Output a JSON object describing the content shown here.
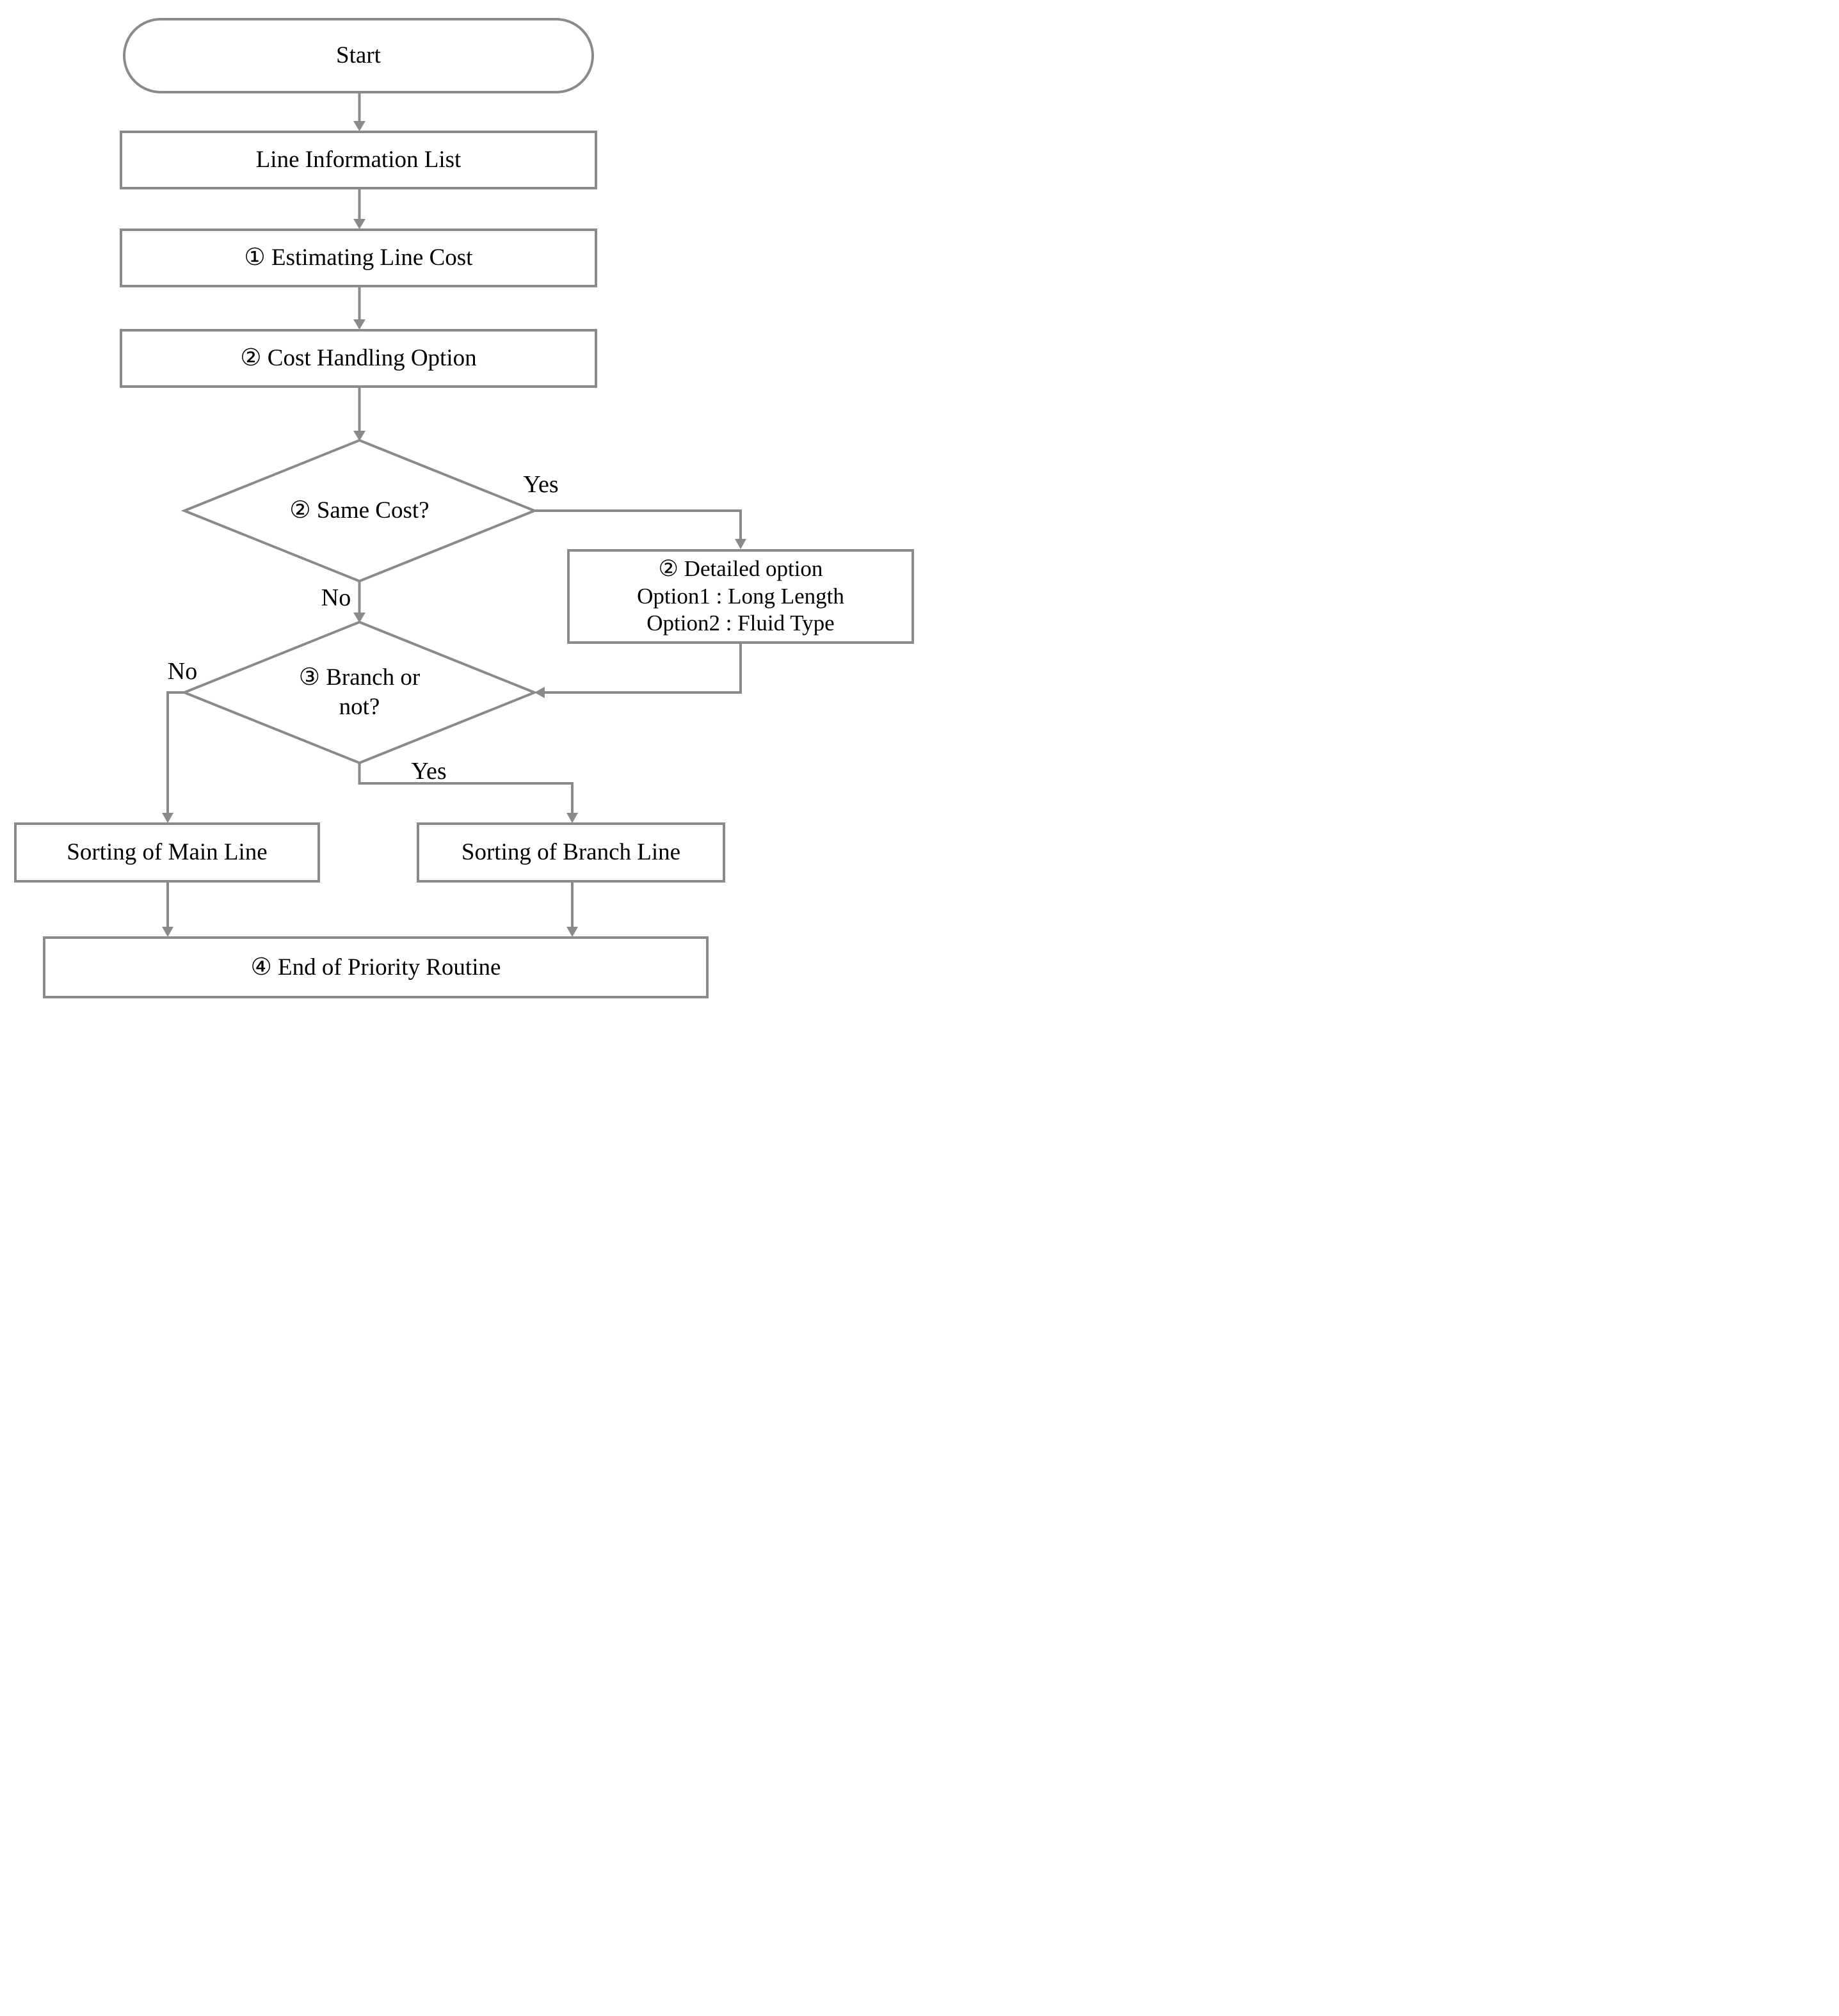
{
  "flowchart": {
    "colors": {
      "stroke": "#8a8a8a",
      "text": "#000000",
      "background": "#ffffff"
    },
    "nodes": {
      "start": {
        "type": "terminator",
        "label": "Start"
      },
      "line_information_list": {
        "type": "process",
        "label": "Line Information List"
      },
      "estimating_line_cost": {
        "type": "process",
        "label": "① Estimating Line Cost"
      },
      "cost_handling_option": {
        "type": "process",
        "label": "② Cost Handling Option"
      },
      "same_cost": {
        "type": "decision",
        "label": "② Same Cost?"
      },
      "detailed_option": {
        "type": "process",
        "line1": "② Detailed option",
        "line2": "Option1 : Long Length",
        "line3": "Option2 : Fluid Type"
      },
      "branch_or_not": {
        "type": "decision",
        "line1": "③ Branch or",
        "line2": "not?"
      },
      "sorting_main": {
        "type": "process",
        "label": "Sorting of Main Line"
      },
      "sorting_branch": {
        "type": "process",
        "label": "Sorting of Branch Line"
      },
      "end_priority": {
        "type": "process",
        "label": "④ End of Priority Routine"
      }
    },
    "edge_labels": {
      "same_cost_yes": "Yes",
      "same_cost_no": "No",
      "branch_no": "No",
      "branch_yes": "Yes"
    }
  }
}
